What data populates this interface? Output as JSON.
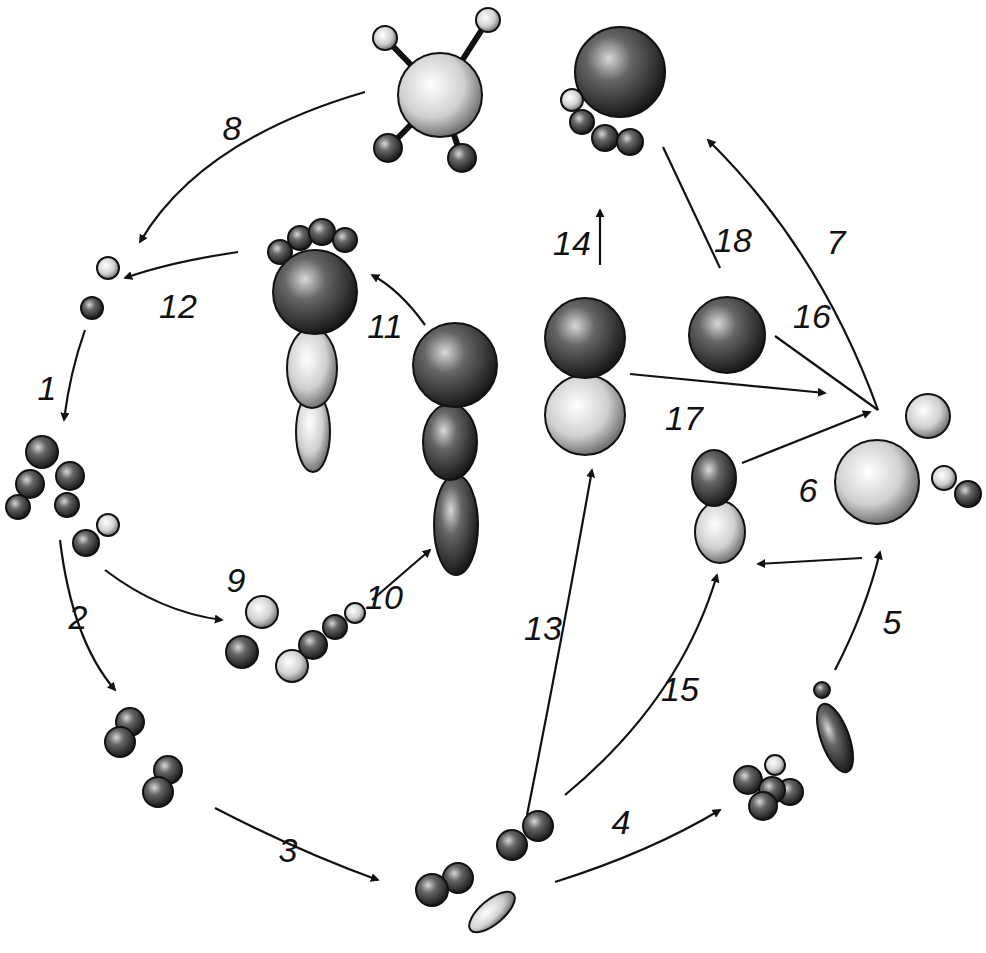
{
  "diagram": {
    "labels": [
      "8",
      "12",
      "1",
      "11",
      "14",
      "18",
      "7",
      "16",
      "17",
      "6",
      "9",
      "10",
      "2",
      "13",
      "15",
      "5",
      "4",
      "3"
    ]
  }
}
